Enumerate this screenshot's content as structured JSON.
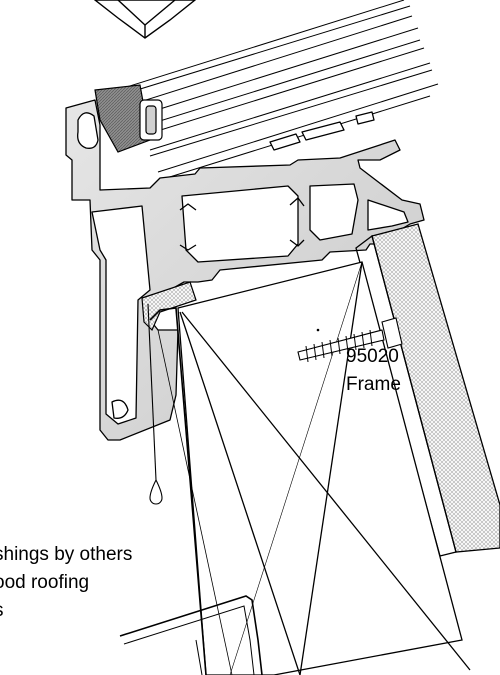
{
  "diagram": {
    "frame_label": {
      "line1": "95020",
      "line2": "Frame"
    },
    "flashing_label": {
      "line1": "shings by others",
      "line2": "ood roofing",
      "line3": "s"
    }
  },
  "colors": {
    "ink": "#000000",
    "profile_fill": "#d9d9d9",
    "profile_dark": "#8a8a8a",
    "insulation_fill": "#f4f4f4",
    "paper": "#ffffff"
  },
  "icons": [
    "screw-icon",
    "drip-drop-icon",
    "glass-panel-icon"
  ]
}
